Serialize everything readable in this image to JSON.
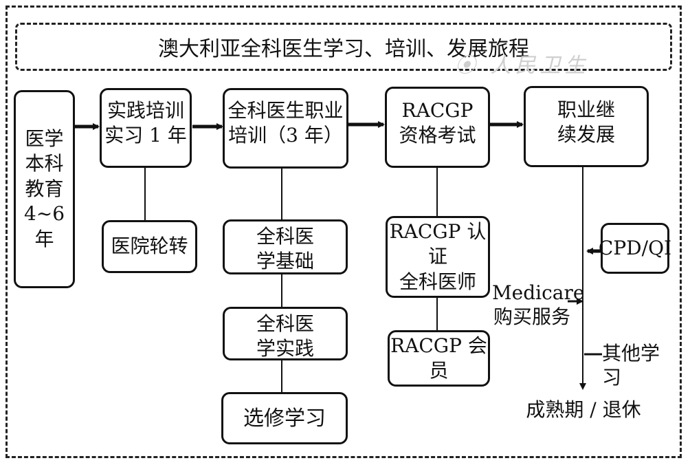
{
  "title": "澳大利亚全科医生学习、培训、发展旅程",
  "nodes": {
    "undergrad": "医学\n本科\n教育\n4~6\n年",
    "internship": "实践培训\n实习 1 年",
    "gp_training": "全科医生职业\n培训（3 年）",
    "exam": "RACGP\n资格考试",
    "cpd": "职业继\n续发展",
    "rotation": "医院轮转",
    "foundation": "全科医\n学基础",
    "practice": "全科医\n学实践",
    "elective": "选修学习",
    "certified": "RACGP 认证\n全科医师",
    "member": "RACGP 会员",
    "cpdqi": "CPD/QI",
    "medicare": "Medicare\n购买服务",
    "other_learning": "其他学习",
    "retire": "成熟期 / 退休"
  }
}
